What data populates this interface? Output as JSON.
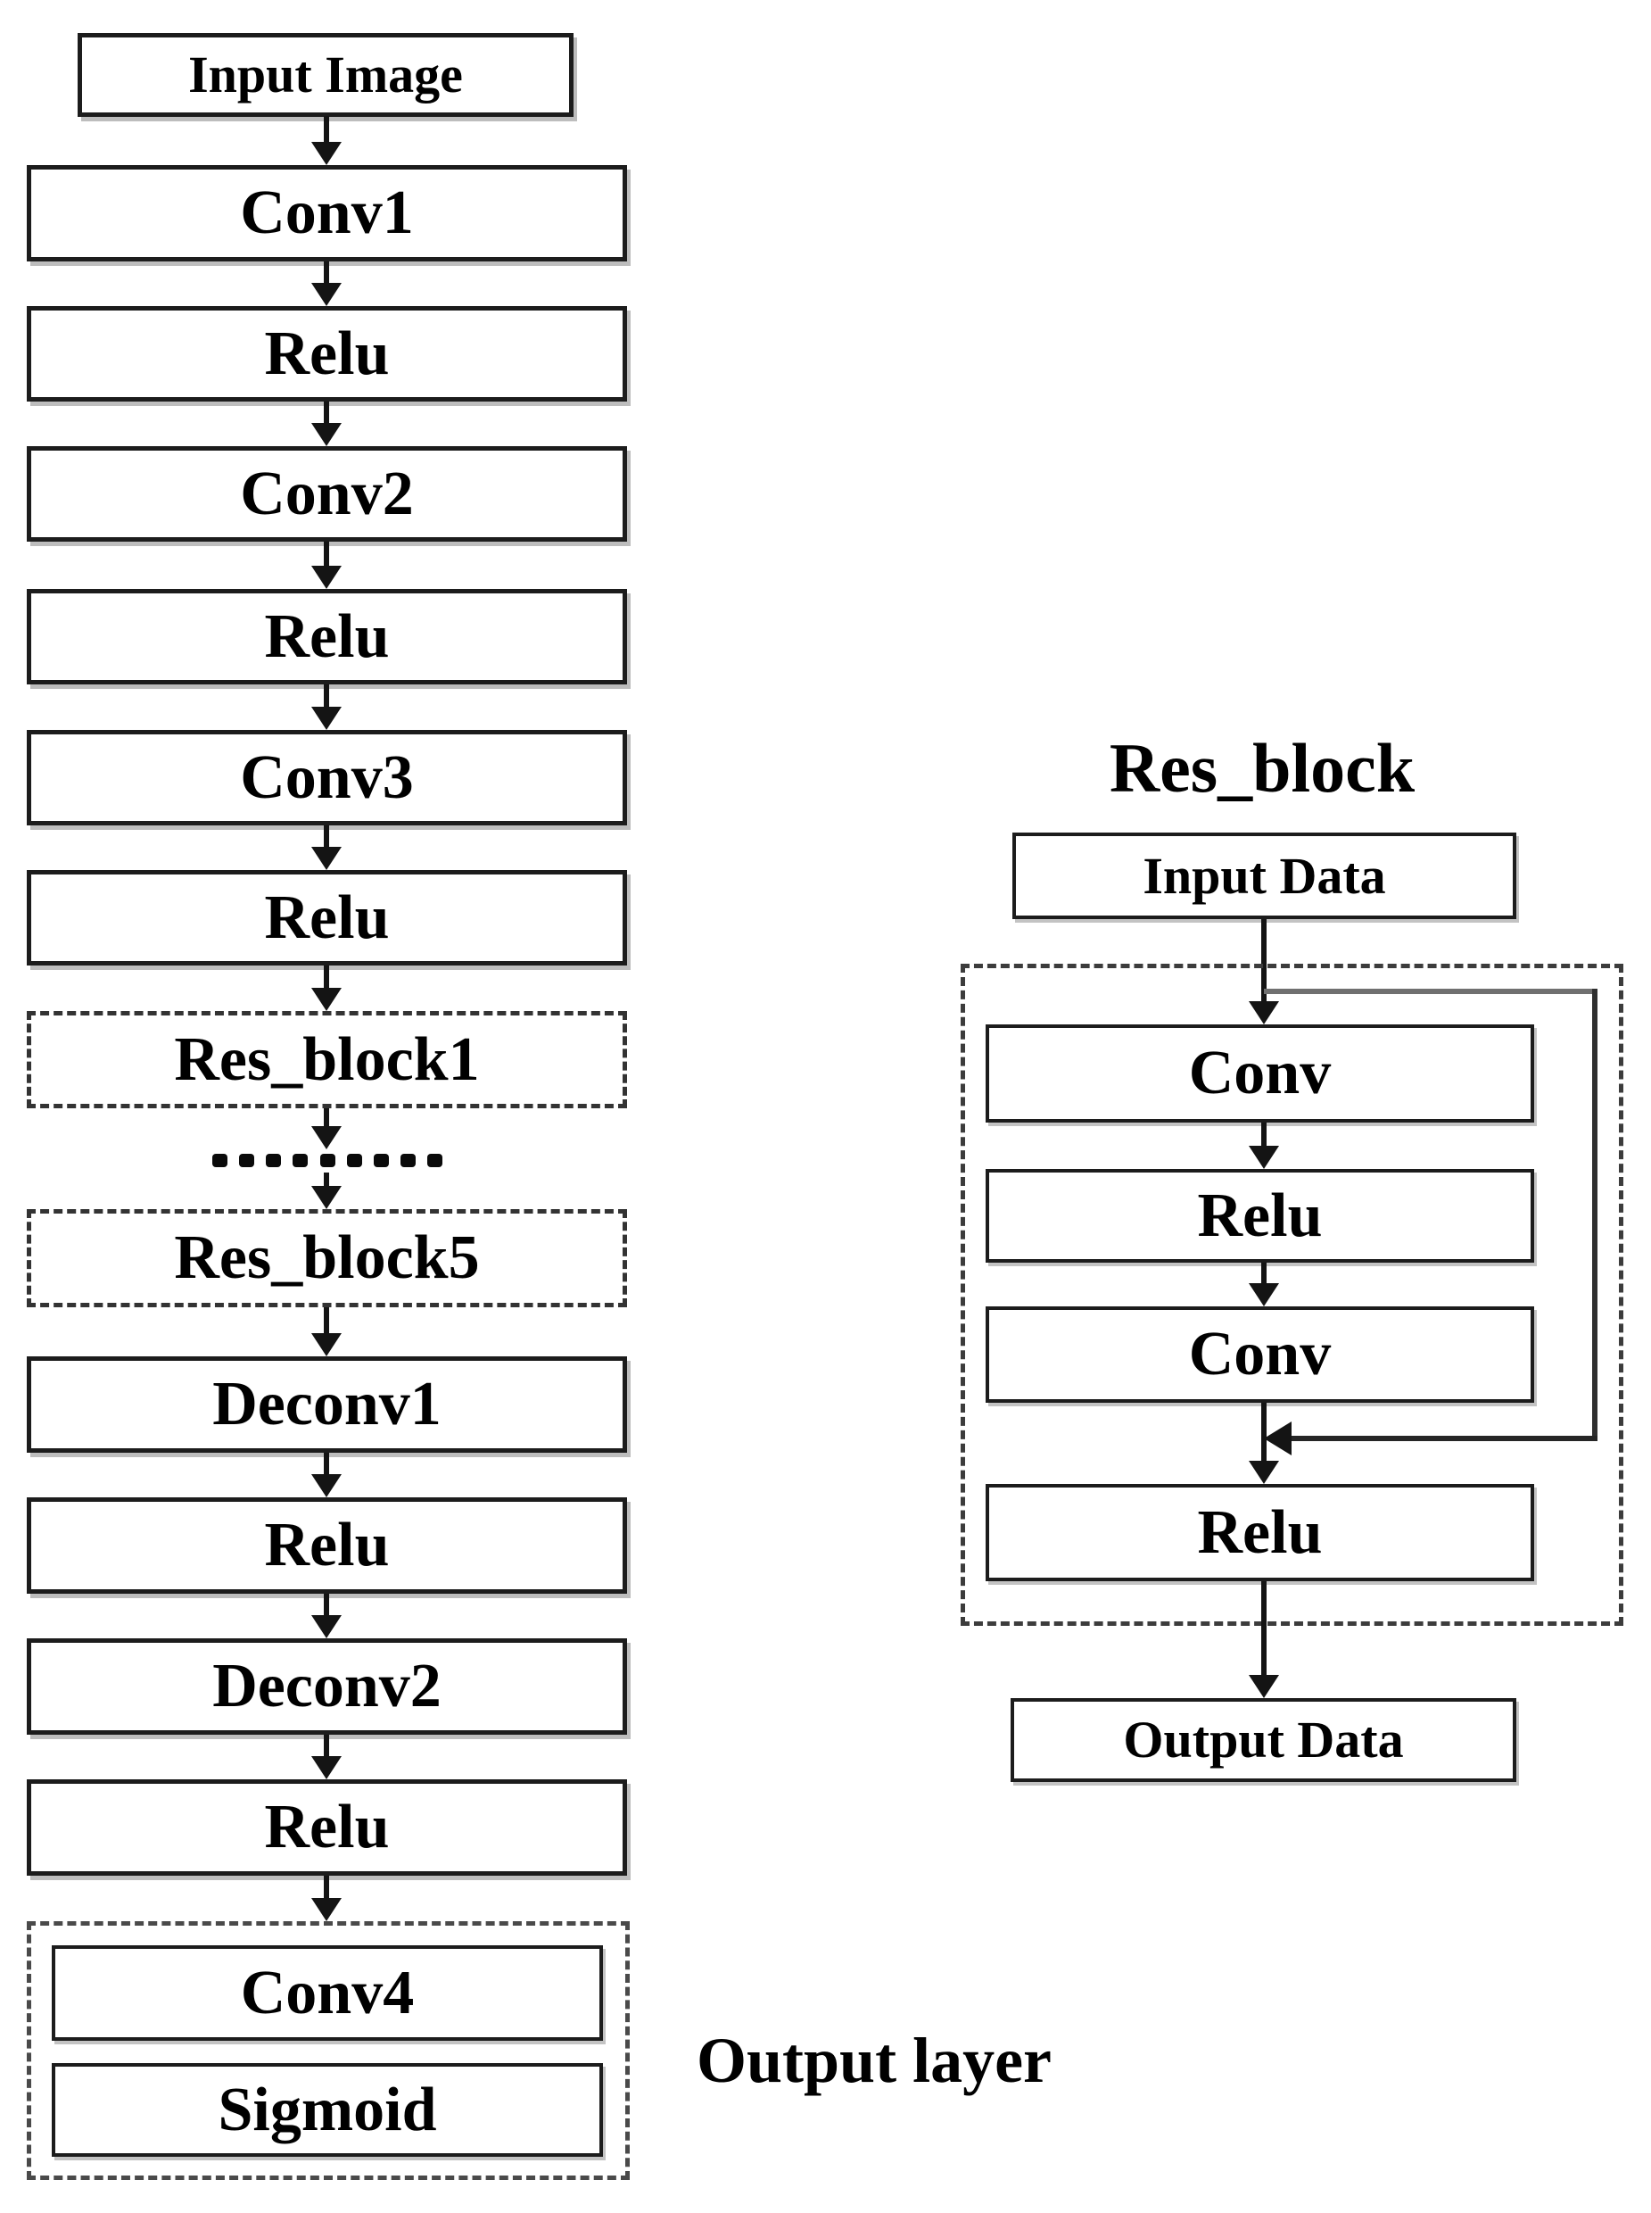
{
  "colors": {
    "background": "#ffffff",
    "text": "#000000",
    "line": "#1c1c1c",
    "dash": "#4a4a4a",
    "shadow": "#878787",
    "skip_line_gray": "#707070"
  },
  "left_diagram": {
    "nodes": [
      {
        "label": "Input Image",
        "type": "solid"
      },
      {
        "label": "Conv1",
        "type": "solid"
      },
      {
        "label": "Relu",
        "type": "solid"
      },
      {
        "label": "Conv2",
        "type": "solid"
      },
      {
        "label": "Relu",
        "type": "solid"
      },
      {
        "label": "Conv3",
        "type": "solid"
      },
      {
        "label": "Relu",
        "type": "solid"
      },
      {
        "label": "Res_block1",
        "type": "dashed"
      },
      {
        "label": "Res_block5",
        "type": "dashed"
      },
      {
        "label": "Deconv1",
        "type": "solid"
      },
      {
        "label": "Relu",
        "type": "solid"
      },
      {
        "label": "Deconv2",
        "type": "solid"
      },
      {
        "label": "Relu",
        "type": "solid"
      }
    ],
    "output_group": {
      "nodes": [
        {
          "label": "Conv4"
        },
        {
          "label": "Sigmoid"
        }
      ],
      "caption": "Output layer"
    }
  },
  "res_block_diagram": {
    "title": "Res_block",
    "input_node": {
      "label": "Input Data"
    },
    "body_nodes": [
      {
        "label": "Conv"
      },
      {
        "label": "Relu"
      },
      {
        "label": "Conv"
      },
      {
        "label": "Relu"
      }
    ],
    "output_node": {
      "label": "Output Data"
    }
  }
}
